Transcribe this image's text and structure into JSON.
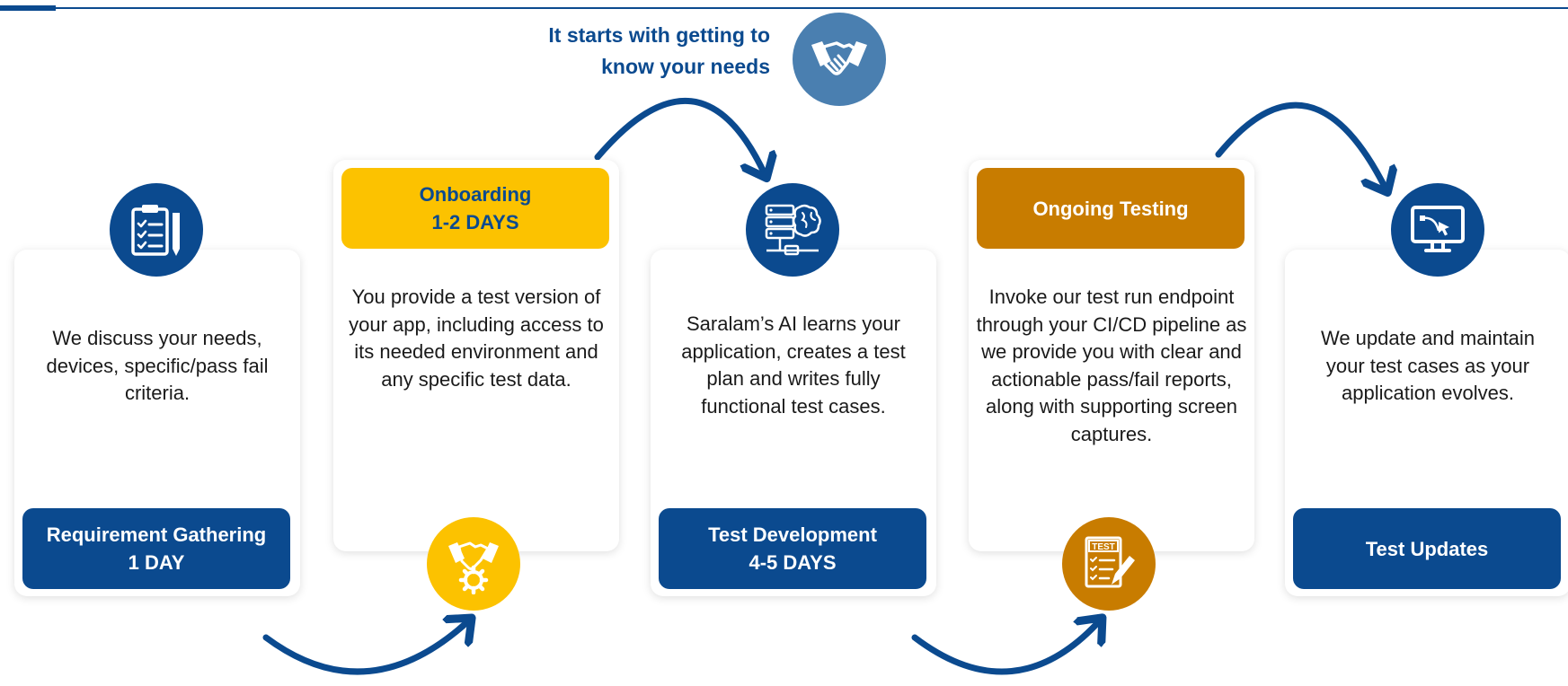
{
  "intro": {
    "line1": "It starts with getting to",
    "line2": "know your needs"
  },
  "steps": [
    {
      "icon": "checklist-clipboard-icon",
      "description": "We discuss your needs, devices, specific/pass fail criteria.",
      "title_line1": "Requirement Gathering",
      "title_line2": "1 DAY"
    },
    {
      "icon": "handshake-gear-icon",
      "title_line1": "Onboarding",
      "title_line2": "1-2 DAYS",
      "description": "You provide a test version of your app, including access to its needed environment and any specific test data."
    },
    {
      "icon": "ai-server-brain-icon",
      "description": "Saralam’s AI learns your application, creates a test plan and writes fully functional test cases.",
      "title_line1": "Test Development",
      "title_line2": "4-5 DAYS"
    },
    {
      "icon": "test-report-pencil-icon",
      "title_line1": "Ongoing Testing",
      "description": "Invoke our test run endpoint through your CI/CD pipeline as we provide you with clear and actionable pass/fail reports, along with supporting screen captures."
    },
    {
      "icon": "monitor-cursor-icon",
      "description": "We update and maintain your test cases as your application evolves.",
      "title_line1": "Test Updates"
    }
  ],
  "colors": {
    "primary_blue": "#0b4a8f",
    "yellow": "#fcc200",
    "brown": "#c87c00",
    "steel_blue": "#4a7fb0"
  }
}
